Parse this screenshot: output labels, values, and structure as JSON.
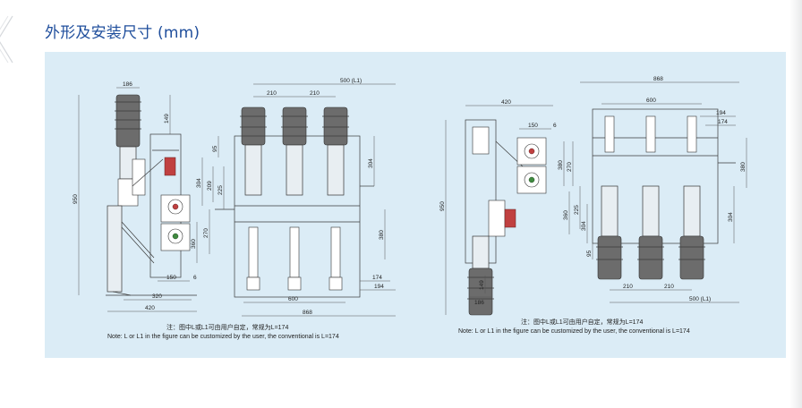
{
  "page": {
    "title": "外形及安装尺寸 (mm)"
  },
  "left_drawing": {
    "dims": {
      "d186": "186",
      "d149": "149",
      "d950": "950",
      "d420": "420",
      "d320": "320",
      "d150": "150",
      "d6": "6",
      "d210a": "210",
      "d210b": "210",
      "d500": "500 (L1)",
      "d95": "95",
      "d304a": "304",
      "d209": "209",
      "d225": "225",
      "d270": "270",
      "d360": "360",
      "d304b": "304",
      "d380": "380",
      "d600": "600",
      "d868": "868",
      "d174": "174",
      "d194": "194"
    },
    "note_cn": "注：图中L或L1可由用户自定，常规为L=174",
    "note_en": "Note: L or L1 in the figure can be customized by the user, the conventional is L=174"
  },
  "right_drawing": {
    "dims": {
      "d868": "868",
      "d420": "420",
      "d600": "600",
      "d150": "150",
      "d6": "6",
      "d194": "194",
      "d174": "174",
      "d380a": "380",
      "d380b": "380",
      "d270": "270",
      "d950": "950",
      "d225": "225",
      "d360": "360",
      "d304a": "304",
      "d95": "95",
      "d304b": "304",
      "d149": "149",
      "d186": "186",
      "d210a": "210",
      "d210b": "210",
      "d500": "500 (L1)"
    },
    "note_cn": "注：图中L或L1可由用户自定，常规为L=174",
    "note_en": "Note: L or L1 in the figure can be customized by the user, the conventional is L=174"
  }
}
